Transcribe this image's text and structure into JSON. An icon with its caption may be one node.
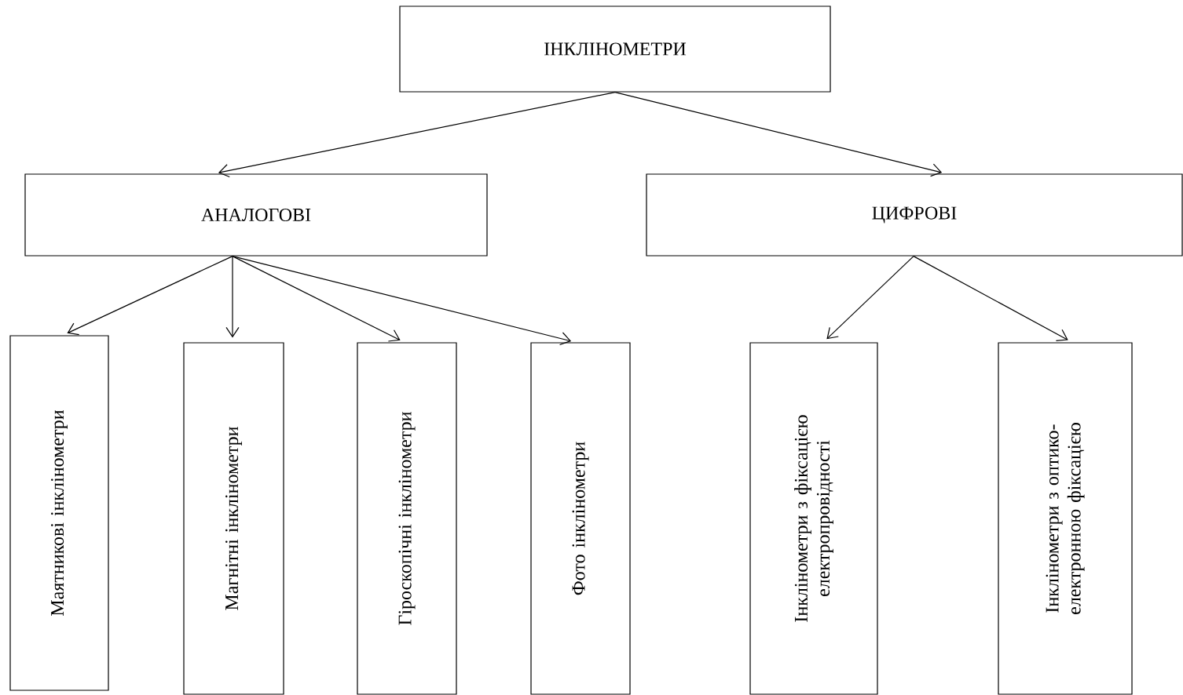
{
  "diagram": {
    "nodes": [
      {
        "text": [
          "ІНКЛІНОМЕТРИ"
        ]
      },
      {
        "text": [
          "АНАЛОГОВІ"
        ]
      },
      {
        "text": [
          "ЦИФРОВІ"
        ]
      },
      {
        "text": [
          "Маятникові інклінометри"
        ]
      },
      {
        "text": [
          "Магнітні інклінометри"
        ]
      },
      {
        "text": [
          "Гіроскопічні інклінометри"
        ]
      },
      {
        "text": [
          "Фото інклінометри"
        ]
      },
      {
        "text": [
          "Інклінометри з фіксацією електропровідності"
        ]
      },
      {
        "text": [
          "Інклінометри з оптико-електронною фіксацією"
        ]
      }
    ],
    "edges": [
      {
        "from": 0,
        "to": 1,
        "arrow": "to"
      },
      {
        "from": 0,
        "to": 2,
        "arrow": "to"
      },
      {
        "from": 1,
        "to": 3,
        "arrow": "to"
      },
      {
        "from": 1,
        "to": 4,
        "arrow": "to"
      },
      {
        "from": 1,
        "to": 5,
        "arrow": "to"
      },
      {
        "from": 1,
        "to": 6,
        "arrow": "to"
      },
      {
        "from": 2,
        "to": 7,
        "arrow": "to"
      },
      {
        "from": 2,
        "to": 8,
        "arrow": "to"
      }
    ]
  }
}
